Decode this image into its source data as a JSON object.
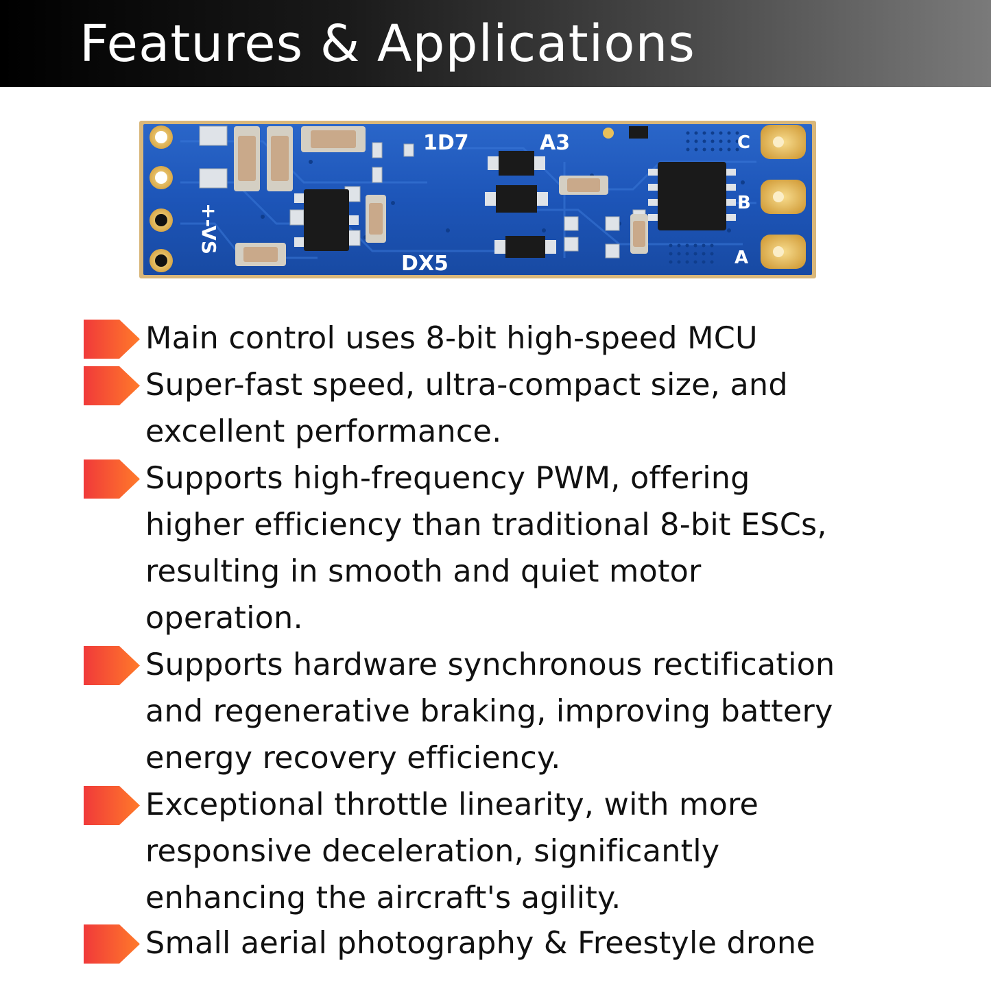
{
  "header": {
    "title": "Features & Applications"
  },
  "product_image": {
    "silkscreen": {
      "label_1d7": "1D7",
      "label_a3": "A3",
      "label_dd5": "DX5",
      "label_vs": "+-VS",
      "label_c": "C",
      "label_b": "B",
      "label_a": "A"
    }
  },
  "features": [
    {
      "lines": [
        "Main control uses 8-bit high-speed MCU"
      ]
    },
    {
      "lines": [
        "Super-fast speed, ultra-compact size, and",
        "excellent performance."
      ]
    },
    {
      "lines": [
        "Supports high-frequency PWM, offering",
        "higher efficiency than traditional 8-bit ESCs,",
        "resulting in smooth and quiet motor",
        "operation."
      ]
    },
    {
      "lines": [
        "Supports hardware synchronous rectification",
        "and regenerative braking, improving battery",
        "energy recovery efficiency."
      ]
    },
    {
      "lines": [
        "Exceptional throttle linearity, with more",
        "responsive deceleration, significantly",
        "enhancing the aircraft's agility."
      ]
    },
    {
      "lines": [
        "Small aerial photography & Freestyle drone"
      ]
    }
  ],
  "colors": {
    "bullet_start": "#f03a3a",
    "bullet_end": "#ff7a2a",
    "pcb_blue": "#1d55b8",
    "pcb_edge": "#d9b77a",
    "pad_gold": "#e8bf5a"
  }
}
